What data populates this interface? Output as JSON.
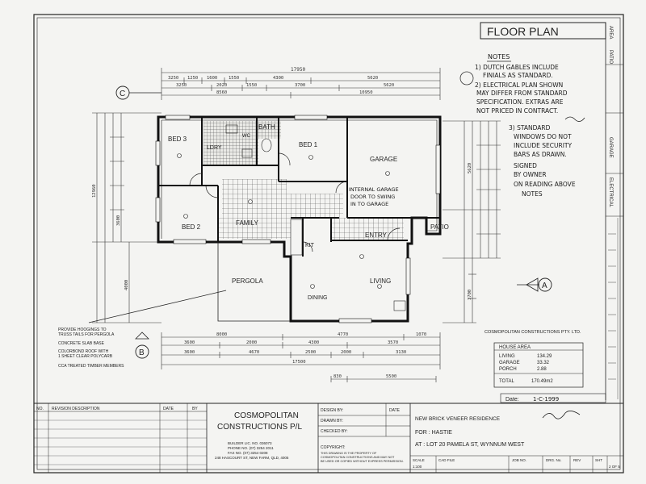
{
  "sheet": {
    "title": "FLOOR PLAN",
    "side_labels": [
      "AREA",
      "PATIO",
      "GARAGE",
      "ELECTRICAL"
    ]
  },
  "notes": {
    "heading": "NOTES",
    "lines": [
      "1) DUTCH GABLES INCLUDE",
      "FINIALS AS STANDARD.",
      "2) ELECTRICAL PLAN SHOWN",
      "MAY DIFFER FROM STANDARD",
      "SPECIFICATION. EXTRAS ARE",
      "NOT PRICED IN CONTRACT.",
      "3) STANDARD",
      "WINDOWS DO NOT",
      "INCLUDE SECURITY",
      "BARS AS DRAWN.",
      "SIGNED",
      "BY OWNER",
      "ON READING ABOVE",
      "NOTES"
    ]
  },
  "rooms": {
    "bed3": "BED 3",
    "bed2": "BED 2",
    "bed1": "BED 1",
    "bath": "BATH",
    "lndry": "LDRY",
    "wc": "WC",
    "garage": "GARAGE",
    "family": "FAMILY",
    "kit": "KIT",
    "entry": "ENTRY",
    "patio": "PATIO",
    "pergola": "PERGOLA",
    "living": "LIVING",
    "dining": "DINING"
  },
  "garage_note": [
    "INTERNAL GARAGE",
    "DOOR TO SWING",
    "IN TO GARAGE"
  ],
  "pergola_notes": [
    "PROVIDE HOOGINGS TO",
    "TRUSS TAILS FOR PERGOLA",
    "CONCRETE SLAB BASE",
    "COLORBOND ROOF WITH",
    "1 SHEET CLEAR POLYCARB",
    "CCA TREATED TIMBER MEMBERS"
  ],
  "dimensions": {
    "top_overall": "17950",
    "top_row1": [
      "3250",
      "1250",
      "1600",
      "1550",
      "4300",
      "5620"
    ],
    "top_row2": [
      "3250",
      "2020",
      "1550",
      "3700",
      "5620"
    ],
    "top_row3": [
      "8560",
      "10950"
    ],
    "bottom_row1": [
      "8000",
      "4770",
      "1070"
    ],
    "bottom_row2": [
      "3600",
      "2000",
      "4300",
      "3570"
    ],
    "bottom_row3": [
      "3600",
      "4670",
      "2500",
      "2000",
      "3130"
    ],
    "bottom_overall": "17500",
    "bottom_row4": [
      "830",
      "5500"
    ],
    "left_side": [
      "3600",
      "12960",
      "4000"
    ],
    "right_side": [
      "5620",
      "3700"
    ]
  },
  "section_markers": {
    "c": "C",
    "b": "B",
    "a": "A"
  },
  "area_table": {
    "company": "COSMOPOLITAN CONSTRUCTIONS PTY. LTD.",
    "heading": "HOUSE AREA",
    "rows": [
      {
        "label": "LIVING",
        "value": "134.29"
      },
      {
        "label": "GARAGE",
        "value": "33.32"
      },
      {
        "label": "PORCH",
        "value": "2.88"
      }
    ],
    "total_label": "TOTAL",
    "total_value": "170.49m2"
  },
  "date": {
    "label": "Date:",
    "value": "1-C-1999"
  },
  "title_block": {
    "revision_headers": [
      "NO.",
      "REVISION DESCRIPTION",
      "DATE",
      "BY"
    ],
    "company_line1": "COSMOPOLITAN",
    "company_line2": "CONSTRUCTIONS P/L",
    "company_details": [
      "BUILDER LIC. NO. 036073",
      "PHONE NO. (07) 3254 2011",
      "FAX NO. (07) 3254 0208",
      "248 HASCOURT ST, NEW FARM, QLD, 4005"
    ],
    "design_by": "DESIGN BY:",
    "drawn_by": "DRAWN BY:",
    "checked_by": "CHECKED BY:",
    "date_label": "DATE",
    "copyright_heading": "COPYRIGHT:",
    "copyright_text": [
      "THIS DRAWING IS THE PROPERTY OF",
      "COSMOPOLITAN CONSTRUCTIONS AND MAY NOT",
      "BE USED OR COPIED WITHOUT EXPRESS PERMISSION."
    ],
    "scale_label": "SCALE",
    "scale_value": "1:100",
    "cad_label": "CAD FILE",
    "job_no": "JOB NO.",
    "drg_no": "DRG. No.",
    "rev": "REV",
    "sht": "SHT",
    "sheet_value": "2 OF 5",
    "project": "NEW BRICK VENEER RESIDENCE",
    "client": "FOR : HASTIE",
    "address": "AT : LOT 20 PAMELA ST, WYNNUM WEST"
  }
}
